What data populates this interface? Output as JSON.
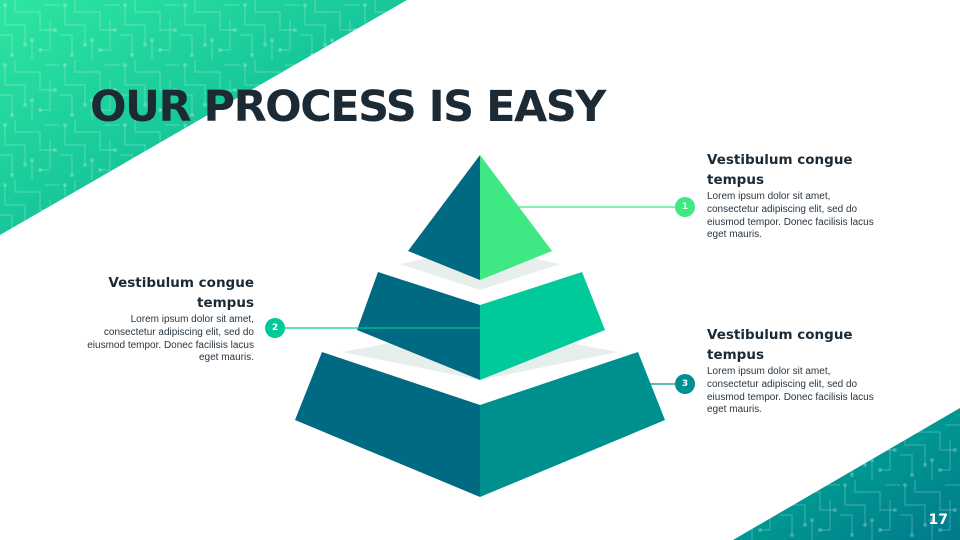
{
  "slide": {
    "title": "OUR PROCESS IS EASY",
    "page_number": "17"
  },
  "steps": [
    {
      "number": "1",
      "heading": "Vestibulum congue tempus",
      "text": "Lorem ipsum dolor sit amet, consectetur adipiscing elit, sed do eiusmod tempor. Donec facilisis lacus eget mauris.",
      "color": "#3ee882"
    },
    {
      "number": "2",
      "heading": "Vestibulum congue tempus",
      "text": "Lorem ipsum dolor sit amet, consectetur adipiscing elit, sed do eiusmod tempor. Donec facilisis lacus eget mauris.",
      "color": "#00c99a"
    },
    {
      "number": "3",
      "heading": "Vestibulum congue tempus",
      "text": "Lorem ipsum dolor sit amet, consectetur adipiscing elit, sed do eiusmod tempor. Donec facilisis lacus eget mauris.",
      "color": "#008f8f"
    }
  ],
  "colors": {
    "title": "#1b2a35",
    "accent_green": "#3ee882",
    "accent_mint": "#00c99a",
    "accent_teal": "#008f8f",
    "pyramid_dark": "#006a82",
    "step_spacer": "#e7efed"
  }
}
